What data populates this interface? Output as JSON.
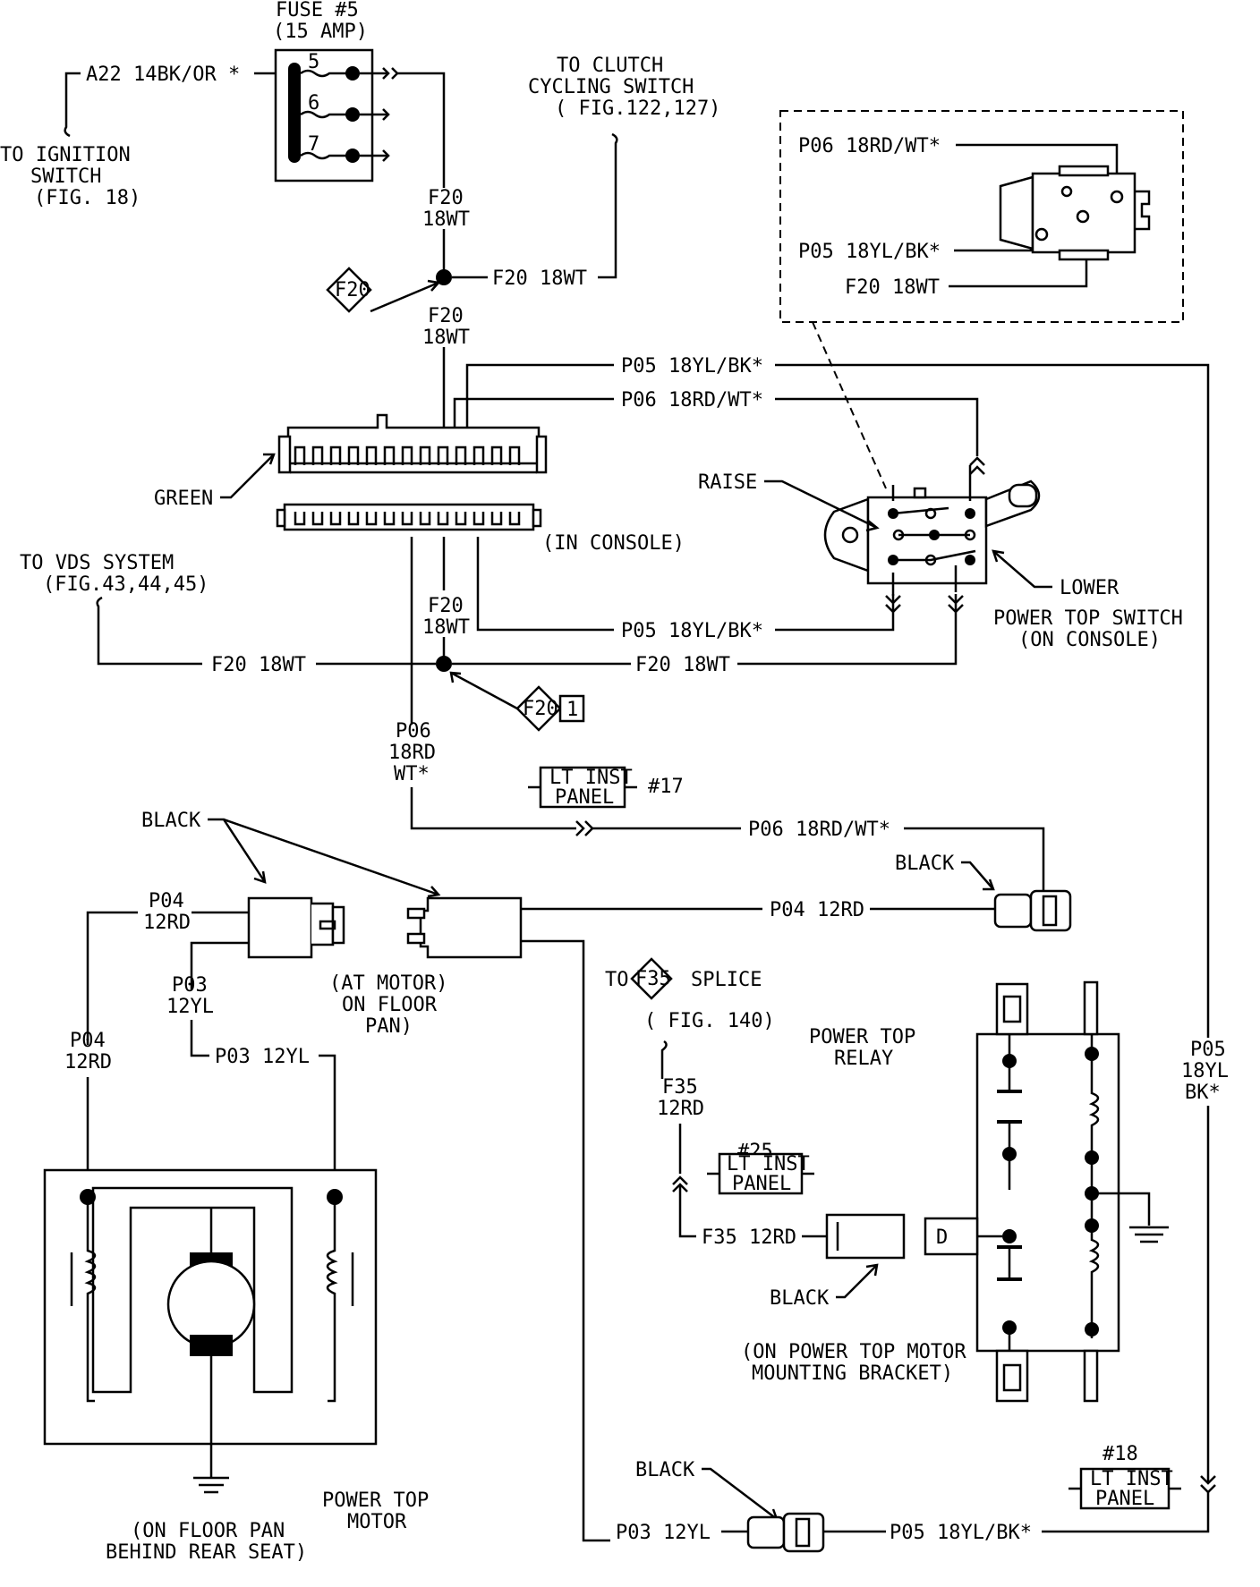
{
  "labels": {
    "fuse_title": "FUSE #5",
    "fuse_amp": "(15 AMP)",
    "fuse_pin5": "5",
    "fuse_pin6": "6",
    "fuse_pin7": "7",
    "a22_wire": "A22 14BK/OR *",
    "to_ignition_1": "TO IGNITION",
    "to_ignition_2": "SWITCH",
    "to_ignition_3": "(FIG. 18)",
    "to_clutch_1": "TO CLUTCH",
    "to_clutch_2": "CYCLING SWITCH",
    "to_clutch_3": "( FIG.122,127)",
    "f20_18wt_a1": "F20",
    "f20_18wt_a2": "18WT",
    "f20_18wt_b1": "F20",
    "f20_18wt_b2": "18WT",
    "f20_18wt_clutch": "F20 18WT",
    "splice_f20": "F20",
    "p05_top": "P05 18YL/BK*",
    "p06_top": "P06 18RD/WT*",
    "green": "GREEN",
    "in_console": "(IN CONSOLE)",
    "raise": "RAISE",
    "lower": "LOWER",
    "power_top_switch_1": "POWER TOP SWITCH",
    "power_top_switch_2": "(ON CONSOLE)",
    "inset_p06": "P06 18RD/WT*",
    "inset_p05": "P05 18YL/BK*",
    "inset_f20": "F20 18WT",
    "to_vds_1": "TO VDS SYSTEM",
    "to_vds_2": "(FIG.43,44,45)",
    "f20_18wt_vds": "F20 18WT",
    "f20_18wt_switch": "F20 18WT",
    "f20_18wt_c1": "F20",
    "f20_18wt_c2": "18WT",
    "p05_switch": "P05 18YL/BK*",
    "splice_f20_1": "F20",
    "splice_f20_1_num": "1",
    "p06_vert_1": "P06",
    "p06_vert_2": "18RD",
    "p06_vert_3": "WT*",
    "lt_inst_17_1": "LT INST",
    "lt_inst_17_2": "PANEL",
    "lt_inst_17_num": "#17",
    "p06_horiz": "P06 18RD/WT*",
    "black_1": "BLACK",
    "black_2": "BLACK",
    "black_3": "BLACK",
    "black_4": "BLACK",
    "p04_12rd_a1": "P04",
    "p04_12rd_a2": "12RD",
    "p04_12rd_horiz": "P04 12RD",
    "p03_12yl_a1": "P03",
    "p03_12yl_a2": "12YL",
    "p03_12yl_horiz": "P03 12YL",
    "at_motor_1": "(AT MOTOR)",
    "at_motor_2": "ON FLOOR",
    "at_motor_3": "PAN)",
    "p04_12rd_b1": "P04",
    "p04_12rd_b2": "12RD",
    "to_f35_to": "TO",
    "to_f35_splice": "SPLICE",
    "splice_f35": "F35",
    "fig140": "( FIG. 140)",
    "f35_12rd_1": "F35",
    "f35_12rd_2": "12RD",
    "lt_inst_25_num": "#25",
    "lt_inst_25_1": "LT INST",
    "lt_inst_25_2": "PANEL",
    "f35_12rd_horiz": "F35 12RD",
    "power_top_relay_1": "POWER TOP",
    "power_top_relay_2": "RELAY",
    "relay_d": "D",
    "on_power_top_1": "(ON POWER TOP MOTOR",
    "on_power_top_2": "MOUNTING BRACKET)",
    "p05_right_1": "P05",
    "p05_right_2": "18YL",
    "p05_right_3": "BK*",
    "lt_inst_18_num": "#18",
    "lt_inst_18_1": "LT INST",
    "lt_inst_18_2": "PANEL",
    "power_top_motor_1": "POWER TOP",
    "power_top_motor_2": "MOTOR",
    "on_floor_pan_1": "(ON FLOOR PAN",
    "on_floor_pan_2": "BEHIND REAR SEAT)",
    "p03_bottom": "P03 12YL",
    "p05_bottom": "P05 18YL/BK*"
  }
}
